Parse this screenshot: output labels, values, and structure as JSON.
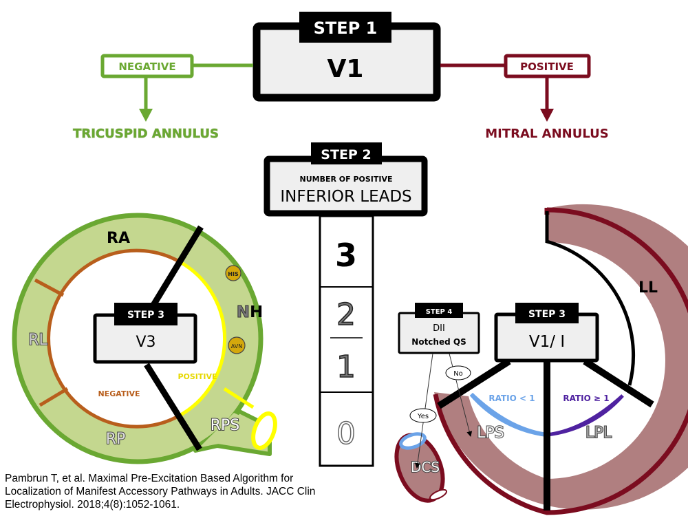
{
  "colors": {
    "tricuspid_green": "#6aa832",
    "tricuspid_fill": "#c4d78f",
    "mitral_red": "#7b0c1f",
    "mitral_fill": "#b07f80",
    "negative_brown": "#b85e1c",
    "positive_yellow": "#ffff00",
    "node_gold": "#d4a80c",
    "ratio_lt_blue": "#6ba3e8",
    "ratio_ge_purple": "#4f22a0",
    "box_fill": "#efefef",
    "box_border": "#000000"
  },
  "step1": {
    "tag": "STEP 1",
    "lead": "V1"
  },
  "branch_negative": {
    "label": "NEGATIVE",
    "result": "TRICUSPID ANNULUS"
  },
  "branch_positive": {
    "label": "POSITIVE",
    "result": "MITRAL ANNULUS"
  },
  "step2": {
    "tag": "STEP 2",
    "subtitle": "NUMBER OF POSITIVE",
    "title": "INFERIOR LEADS",
    "counts": [
      "3",
      "2",
      "1",
      "0"
    ]
  },
  "tricuspid": {
    "step": {
      "tag": "STEP 3",
      "lead": "V3"
    },
    "regions": {
      "ra": "RA",
      "rl": "RL",
      "rp": "RP",
      "rps": "RPS",
      "nh_n": "N",
      "nh_h": "H"
    },
    "nodes": {
      "his": "HIS",
      "avn": "AVN"
    },
    "negative": "NEGATIVE",
    "positive": "POSITIVE"
  },
  "mitral": {
    "step3": {
      "tag": "STEP 3",
      "lead": "V1/ I"
    },
    "step4": {
      "tag": "STEP 4",
      "line1": "DII",
      "line2": "Notched QS"
    },
    "regions": {
      "ll": "LL",
      "lps": "LPS",
      "lpl": "LPL",
      "dcs": "DCS"
    },
    "ratio_lt": "RATIO < 1",
    "ratio_ge": "RATIO ≥ 1",
    "yes": "Yes",
    "no": "No"
  },
  "citation": "Pambrun T, et al. Maximal Pre-Excitation Based Algorithm for Localization of Manifest Accessory Pathways in Adults. JACC Clin Electrophysiol. 2018;4(8):1052-1061."
}
